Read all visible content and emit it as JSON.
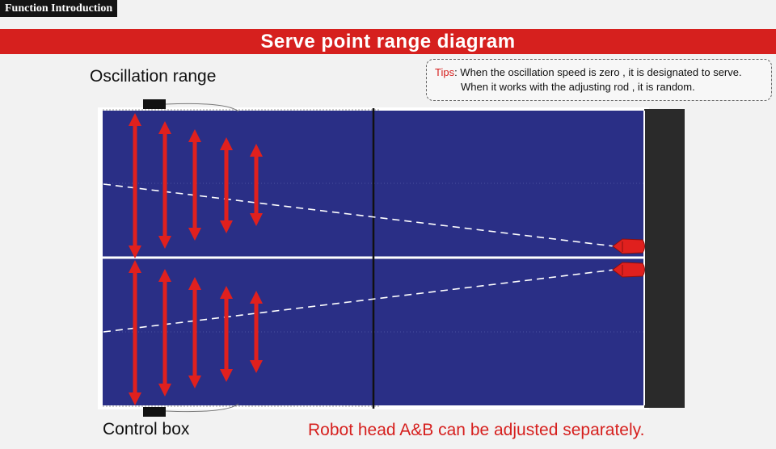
{
  "header": {
    "tag": "Function Introduction",
    "title": "Serve point range diagram"
  },
  "labels": {
    "oscillation_range": "Oscillation range",
    "control_box": "Control box",
    "robot_note": "Robot head A&B can be adjusted separately."
  },
  "tips": {
    "key": "Tips",
    "line1": ": When the oscillation speed is zero , it is designated to serve.",
    "line2": "When it works with the adjusting rod , it is random."
  },
  "colors": {
    "table": "#2a2f86",
    "banner": "#d6201e",
    "arrow": "#e0201e",
    "robot": "#e0201e",
    "back_panel": "#2a2a2a"
  },
  "icons": {
    "arrows": "double-arrow-icon",
    "robot_heads": "robot-head-icon",
    "control_box": "control-box-icon"
  }
}
